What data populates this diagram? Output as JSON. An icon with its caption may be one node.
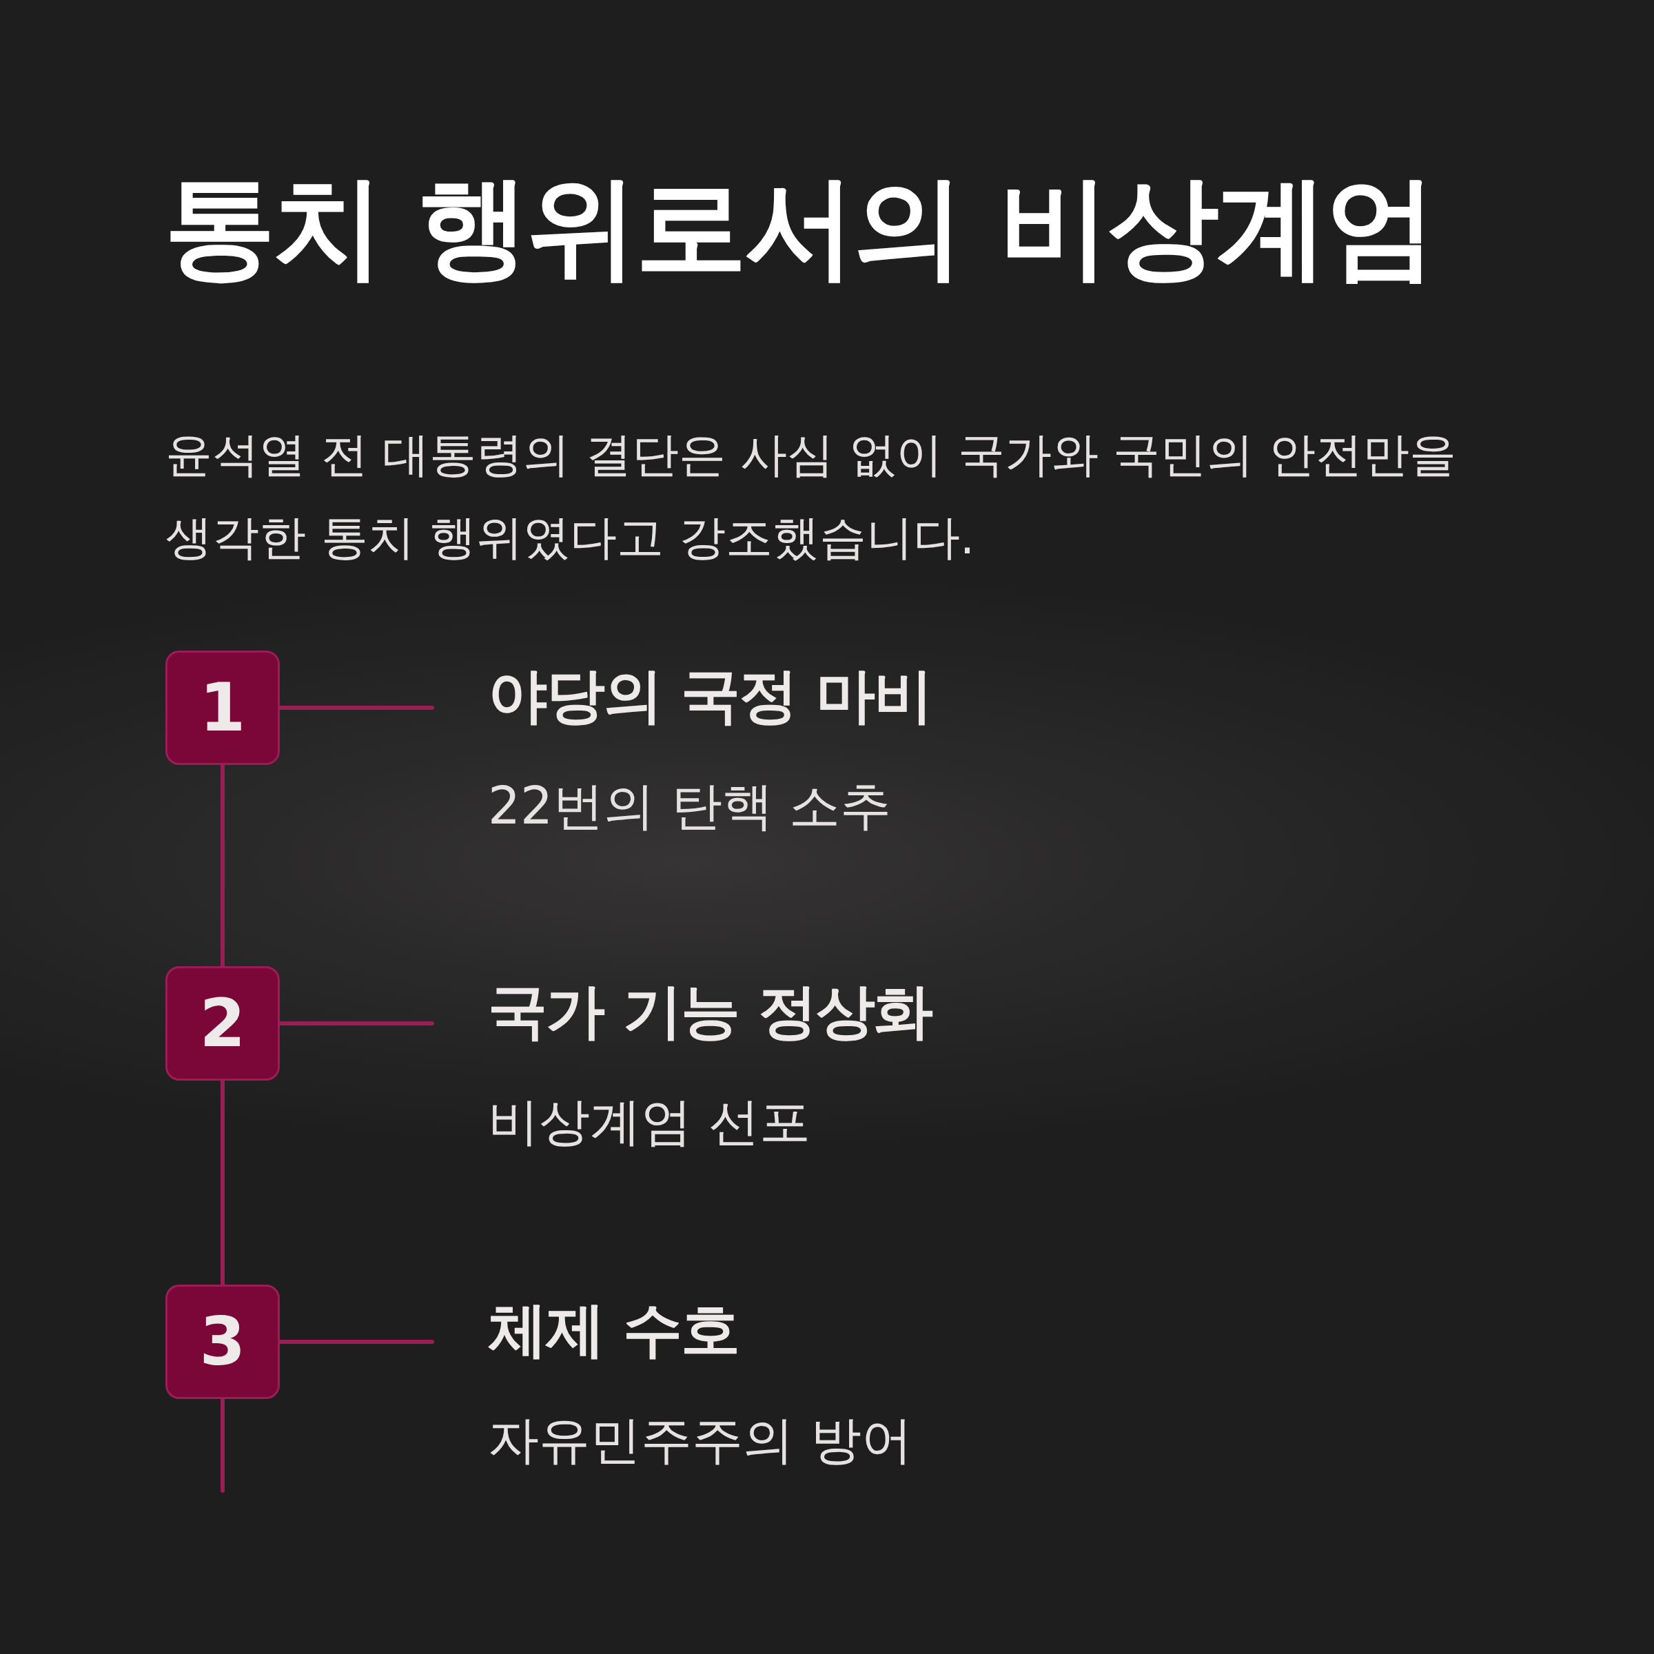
{
  "diagram": {
    "title": "통치 행위로서의 비상계엄",
    "labels": [
      "윤석열 전 대통령의 결단은 사심 없이 국가와 국민의 안전만을 생각한 통치 행위였다고 강조했습니다."
    ],
    "nodes": [
      {
        "text": [
          "1"
        ]
      },
      {
        "text": [
          "야당의 국정 마비",
          "22번의 탄핵 소추"
        ]
      },
      {
        "text": [
          "2"
        ]
      },
      {
        "text": [
          "국가 기능 정상화",
          "비상계엄 선포"
        ]
      },
      {
        "text": [
          "3"
        ]
      },
      {
        "text": [
          "체제 수호",
          "자유민주주의 방어"
        ]
      }
    ],
    "edges": [
      {
        "from": 0,
        "to": 1,
        "arrow": "none"
      },
      {
        "from": 2,
        "to": 3,
        "arrow": "none"
      },
      {
        "from": 4,
        "to": 5,
        "arrow": "none"
      },
      {
        "from": 0,
        "to": 2,
        "arrow": "none"
      },
      {
        "from": 2,
        "to": 4,
        "arrow": "none"
      },
      {
        "from": 4,
        "to": null,
        "arrow": "none"
      }
    ]
  }
}
